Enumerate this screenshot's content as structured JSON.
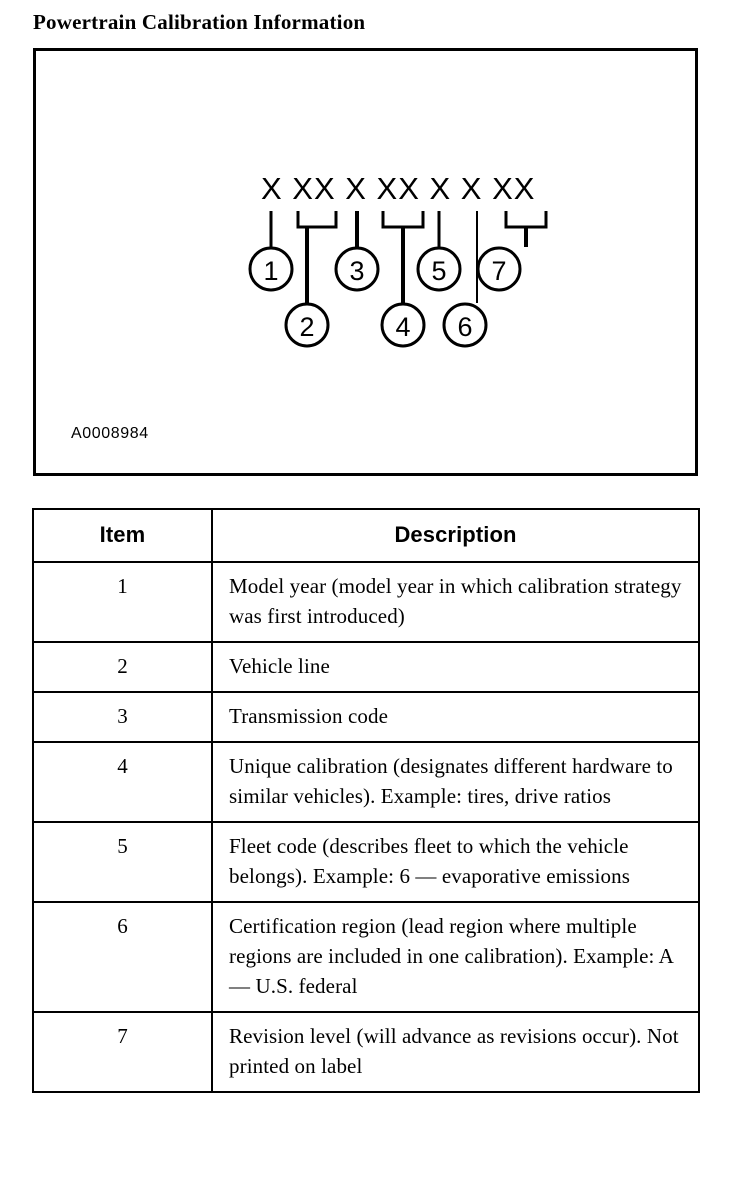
{
  "document": {
    "title": "Powertrain Calibration Information"
  },
  "figure": {
    "id_label": "A0008984",
    "code_string": "X XX X XX X X XX",
    "code_groups": [
      {
        "callout": "1",
        "chars": "X",
        "position": "upper"
      },
      {
        "callout": "2",
        "chars": "XX",
        "position": "lower"
      },
      {
        "callout": "3",
        "chars": "X",
        "position": "upper"
      },
      {
        "callout": "4",
        "chars": "XX",
        "position": "lower"
      },
      {
        "callout": "5",
        "chars": "X",
        "position": "upper"
      },
      {
        "callout": "6",
        "chars": "X",
        "position": "lower"
      },
      {
        "callout": "7",
        "chars": "XX",
        "position": "upper"
      }
    ],
    "callouts": [
      "1",
      "2",
      "3",
      "4",
      "5",
      "6",
      "7"
    ]
  },
  "table": {
    "headers": {
      "item": "Item",
      "description": "Description"
    },
    "rows": [
      {
        "item": "1",
        "description": "Model year (model year in which calibration strategy was first introduced)"
      },
      {
        "item": "2",
        "description": "Vehicle line"
      },
      {
        "item": "3",
        "description": "Transmission code"
      },
      {
        "item": "4",
        "description": "Unique calibration (designates different hardware to similar vehicles). Example: tires, drive ratios"
      },
      {
        "item": "5",
        "description": "Fleet code (describes fleet to which the vehicle belongs). Example: 6 — evaporative emissions"
      },
      {
        "item": "6",
        "description": "Certification region (lead region where multiple regions are included in one calibration). Example: A — U.S. federal"
      },
      {
        "item": "7",
        "description": "Revision level (will advance as revisions occur). Not printed on label"
      }
    ]
  },
  "colors": {
    "ink": "#000000",
    "paper": "#ffffff"
  }
}
